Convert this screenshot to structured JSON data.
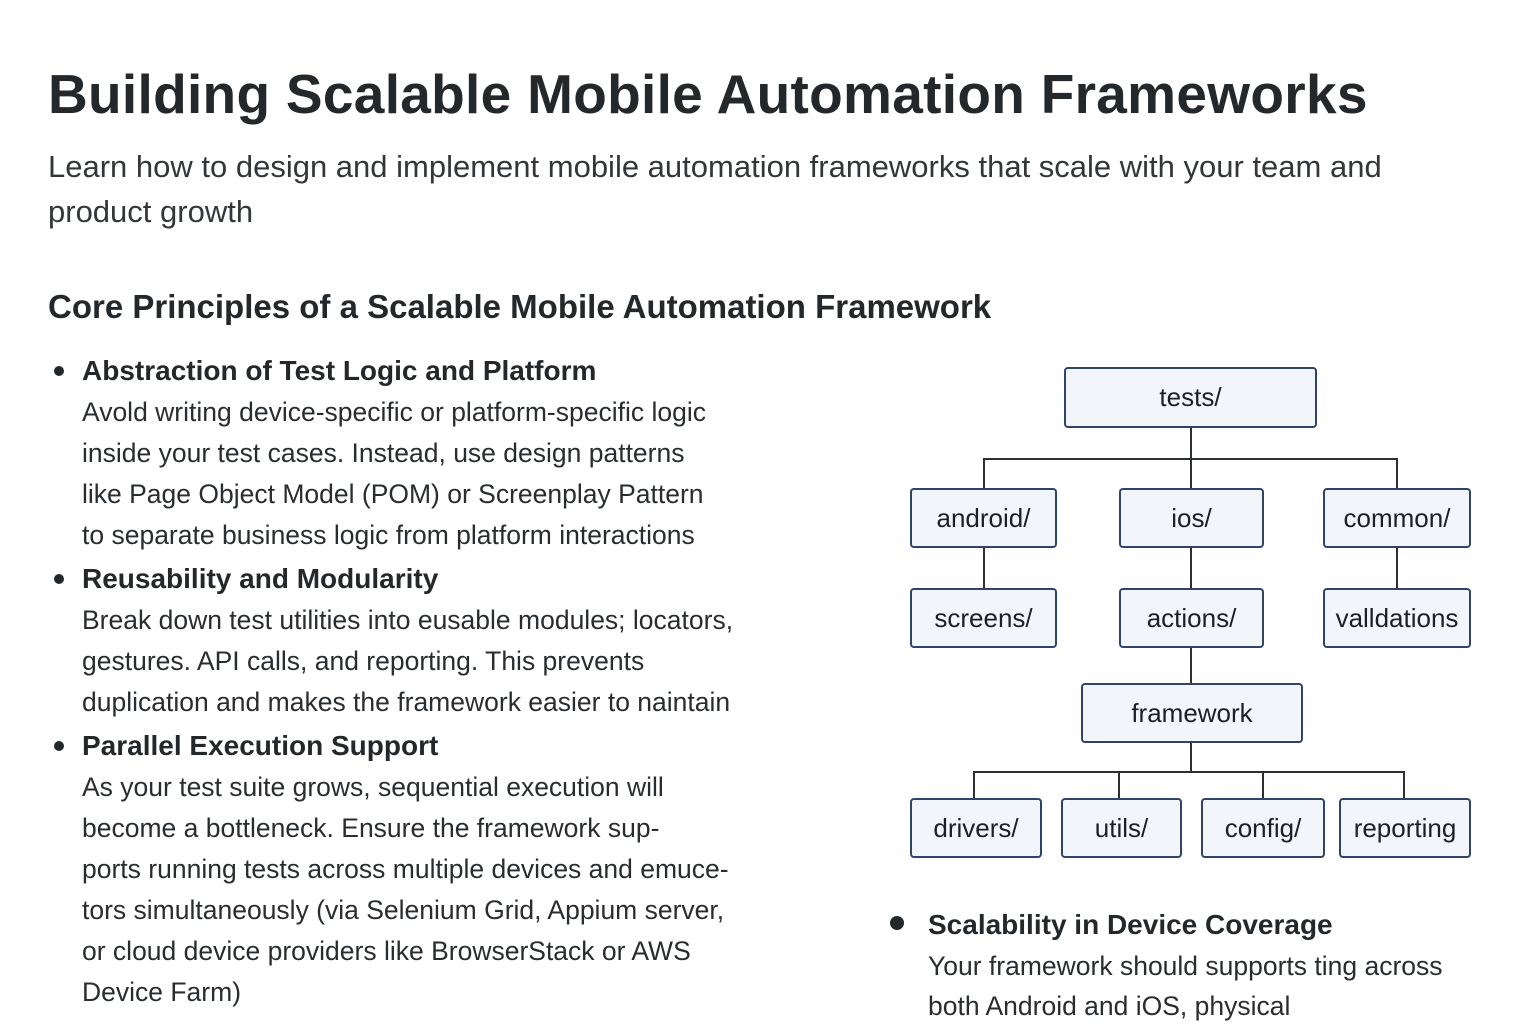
{
  "page": {
    "title": "Building Scalable Mobile Automation Frameworks",
    "subtitle": "Learn how to design and implement mobile automation frameworks that scale with your team and product growth"
  },
  "section": {
    "heading": "Core Principles of a Scalable Mobile Automation Framework"
  },
  "principles": [
    {
      "title": "Abstraction of Test Logic and Platform",
      "lines": [
        "Avold writing device-specific or platform-specific logic",
        "inside your test cases. Instead, use design patterns",
        "like Page Object Model (POM) or Screenplay Pattern",
        "to separate business logic from platform interactions"
      ]
    },
    {
      "title": "Reusability and Modularity",
      "lines": [
        "Break down test utilities into eusable modules; locators,",
        "gestures. API calls, and reporting. This prevents",
        "duplication and makes the framework easier to naintain"
      ]
    },
    {
      "title": "Parallel Execution Support",
      "lines": [
        "As your test suite grows, sequential execution will",
        "become a bottleneck. Ensure the framework sup-",
        "ports running tests across multiple devices and emuce-",
        "tors simultaneously (via Selenium Grid, Appium server,",
        "or cloud device providers like BrowserStack or AWS",
        "Device Farm)"
      ]
    }
  ],
  "tree": {
    "root": "tests/",
    "android": "android/",
    "ios": "ios/",
    "common": "common/",
    "screens": "screens/",
    "actions": "actions/",
    "validations": "valldations",
    "framework": "framework",
    "drivers": "drivers/",
    "utils": "utils/",
    "config": "config/",
    "reporting": "reporting"
  },
  "scalability": {
    "title": "Scalability in Device Coverage",
    "lines": [
      "Your framework should supports ting across",
      "both Android and iOS, physical"
    ]
  }
}
